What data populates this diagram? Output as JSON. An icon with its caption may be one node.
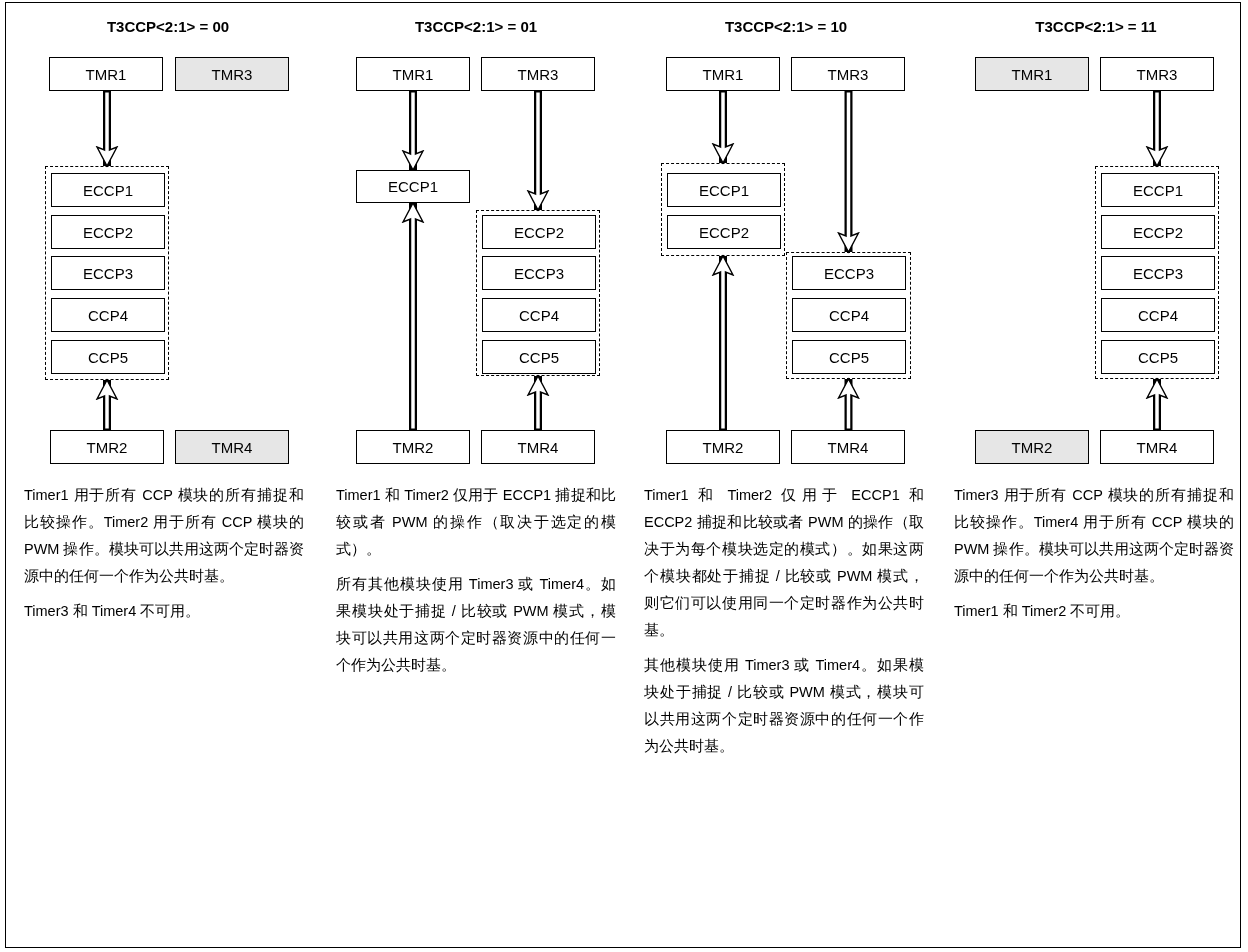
{
  "diagram": {
    "nodes": [
      {
        "text": [
          "TMR1"
        ]
      },
      {
        "text": [
          "TMR3"
        ]
      },
      {
        "text": [],
        "shape": "box"
      },
      {
        "text": [
          "ECCP1"
        ],
        "in": 2
      },
      {
        "text": [
          "ECCP2"
        ],
        "in": 2
      },
      {
        "text": [
          "ECCP3"
        ],
        "in": 2
      },
      {
        "text": [
          "CCP4"
        ],
        "in": 2
      },
      {
        "text": [
          "CCP5"
        ],
        "in": 2
      },
      {
        "text": [
          "TMR2"
        ]
      },
      {
        "text": [
          "TMR4"
        ]
      },
      {
        "text": [
          "TMR1"
        ]
      },
      {
        "text": [
          "TMR3"
        ]
      },
      {
        "text": [
          "ECCP1"
        ]
      },
      {
        "text": [],
        "shape": "box"
      },
      {
        "text": [
          "ECCP2"
        ],
        "in": 13
      },
      {
        "text": [
          "ECCP3"
        ],
        "in": 13
      },
      {
        "text": [
          "CCP4"
        ],
        "in": 13
      },
      {
        "text": [
          "CCP5"
        ],
        "in": 13
      },
      {
        "text": [
          "TMR2"
        ]
      },
      {
        "text": [
          "TMR4"
        ]
      },
      {
        "text": [
          "TMR1"
        ]
      },
      {
        "text": [
          "TMR3"
        ]
      },
      {
        "text": [],
        "shape": "box"
      },
      {
        "text": [
          "ECCP1"
        ],
        "in": 22
      },
      {
        "text": [
          "ECCP2"
        ],
        "in": 22
      },
      {
        "text": [],
        "shape": "box"
      },
      {
        "text": [
          "ECCP3"
        ],
        "in": 25
      },
      {
        "text": [
          "CCP4"
        ],
        "in": 25
      },
      {
        "text": [
          "CCP5"
        ],
        "in": 25
      },
      {
        "text": [
          "TMR2"
        ]
      },
      {
        "text": [
          "TMR4"
        ]
      },
      {
        "text": [
          "TMR1"
        ]
      },
      {
        "text": [
          "TMR3"
        ]
      },
      {
        "text": [],
        "shape": "box"
      },
      {
        "text": [
          "ECCP1"
        ],
        "in": 33
      },
      {
        "text": [
          "ECCP2"
        ],
        "in": 33
      },
      {
        "text": [
          "ECCP3"
        ],
        "in": 33
      },
      {
        "text": [
          "CCP4"
        ],
        "in": 33
      },
      {
        "text": [
          "CCP5"
        ],
        "in": 33
      },
      {
        "text": [
          "TMR2"
        ]
      },
      {
        "text": [
          "TMR4"
        ]
      }
    ],
    "edges": [
      {
        "from": 0,
        "to": 2,
        "arrow": "to"
      },
      {
        "from": 8,
        "to": 2,
        "arrow": "to"
      },
      {
        "from": 10,
        "to": 12,
        "arrow": "to"
      },
      {
        "from": 18,
        "to": 12,
        "arrow": "to"
      },
      {
        "from": 11,
        "to": 13,
        "arrow": "to"
      },
      {
        "from": 19,
        "to": 13,
        "arrow": "to"
      },
      {
        "from": 20,
        "to": 22,
        "arrow": "to"
      },
      {
        "from": 29,
        "to": 22,
        "arrow": "to"
      },
      {
        "from": 21,
        "to": 25,
        "arrow": "to"
      },
      {
        "from": 30,
        "to": 25,
        "arrow": "to"
      },
      {
        "from": 32,
        "to": 33,
        "arrow": "to"
      },
      {
        "from": 40,
        "to": 33,
        "arrow": "to"
      }
    ],
    "labels": [
      "T3CCP<2:1> = 00",
      "T3CCP<2:1> = 01",
      "T3CCP<2:1> = 10",
      "T3CCP<2:1> = 11",
      "Timer1 用于所有 CCP 模块的所有捕捉和比较操作。Timer2 用于所有 CCP 模块的 PWM 操作。模块可以共用这两个定时器资源中的任何一个作为公共时基。",
      "Timer3 和 Timer4 不可用。",
      "Timer1 和 Timer2 仅用于 ECCP1 捕捉和比较或者 PWM 的操作（取决于选定的模式）。",
      "所有其他模块使用 Timer3 或 Timer4。如果模块处于捕捉 / 比较或 PWM 模式，模块可以共用这两个定时器资源中的任何一个作为公共时基。",
      "Timer1 和 Timer2 仅用于 ECCP1 和 ECCP2 捕捉和比较或者 PWM 的操作（取决于为每个模块选定的模式）。如果这两个模块都处于捕捉 / 比较或 PWM 模式，则它们可以使用同一个定时器作为公共时基。",
      "其他模块使用 Timer3 或 Timer4。如果模块处于捕捉 / 比较或 PWM 模式，模块可以共用这两个定时器资源中的任何一个作为公共时基。",
      "Timer3 用于所有 CCP 模块的所有捕捉和比较操作。Timer4 用于所有 CCP 模块的 PWM 操作。模块可以共用这两个定时器资源中的任何一个作为公共时基。",
      "Timer1 和 Timer2 不可用。"
    ]
  }
}
